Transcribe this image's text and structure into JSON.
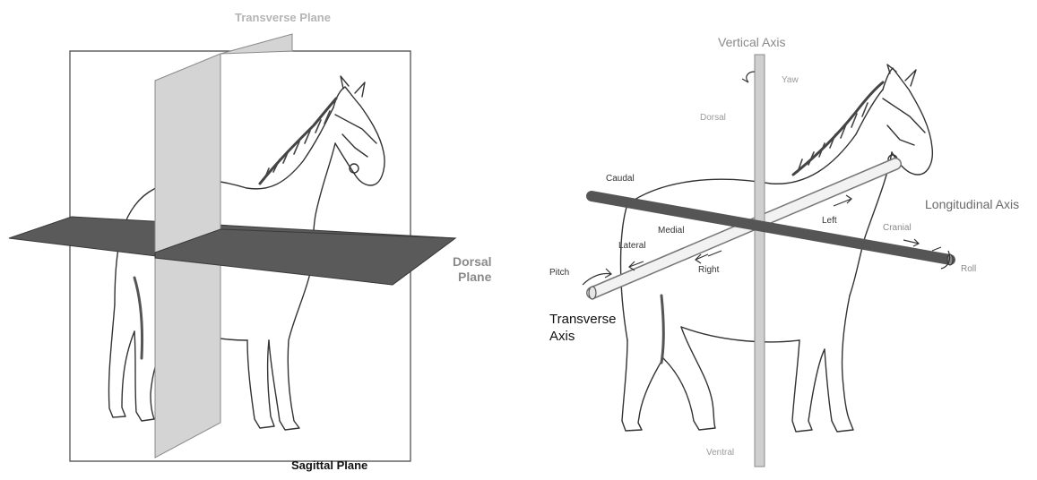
{
  "left_figure": {
    "transverse_plane_label": "Transverse Plane",
    "dorsal_plane_label_line1": "Dorsal",
    "dorsal_plane_label_line2": "Plane",
    "sagittal_plane_label": "Sagittal Plane"
  },
  "right_figure": {
    "vertical_axis_label": "Vertical Axis",
    "yaw_label": "Yaw",
    "dorsal_label": "Dorsal",
    "caudal_label": "Caudal",
    "longitudinal_axis_label": "Longitudinal Axis",
    "left_label": "Left",
    "medial_label": "Medial",
    "lateral_label": "Lateral",
    "cranial_label": "Cranial",
    "pitch_label": "Pitch",
    "right_label": "Right",
    "roll_label": "Roll",
    "transverse_axis_label_line1": "Transverse",
    "transverse_axis_label_line2": "Axis",
    "ventral_label": "Ventral"
  },
  "colors": {
    "plane_dark": "#5a5a5a",
    "plane_light": "#d4d4d4",
    "axis_dark": "#555555",
    "axis_light": "#cfcfcf",
    "outline": "#333333",
    "label_gray": "#8a8a8a",
    "label_dark": "#111111"
  }
}
